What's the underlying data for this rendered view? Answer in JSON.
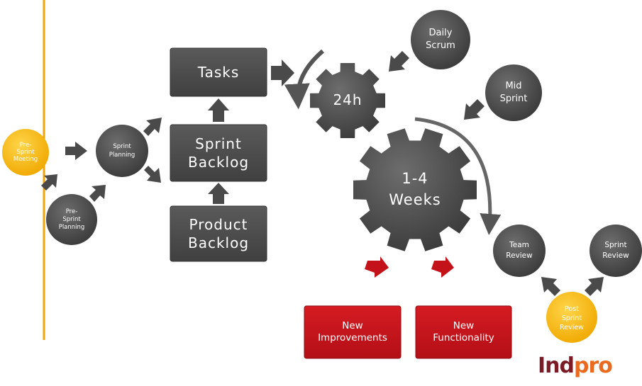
{
  "nodes": {
    "pre_sprint_meeting": "Pre-\nSprint\nMeeting",
    "pre_sprint_planning": "Pre-\nSprint\nPlanning",
    "sprint_planning": "Sprint\nPlanning",
    "tasks": "Tasks",
    "sprint_backlog": "Sprint\nBacklog",
    "product_backlog": "Product\nBacklog",
    "daily_scrum": "Daily\nScrum",
    "mid_sprint": "Mid\nSprint",
    "gear_24h": "24h",
    "gear_weeks": "1-4\nWeeks",
    "team_review": "Team\nReview",
    "sprint_review": "Sprint\nReview",
    "post_sprint_review": "Post\nSprint\nReview",
    "new_improvements": "New\nImprovements",
    "new_functionality": "New\nFunctionality"
  },
  "logo": {
    "part1": "Ind",
    "part2": "pro"
  },
  "colors": {
    "dark_node": "#4a4a4a",
    "gold_node": "#f5b800",
    "red_box": "#c4121a",
    "accent_line": "#f0a30a",
    "logo_dark": "#7a1b26",
    "logo_orange": "#ea6a1f"
  }
}
